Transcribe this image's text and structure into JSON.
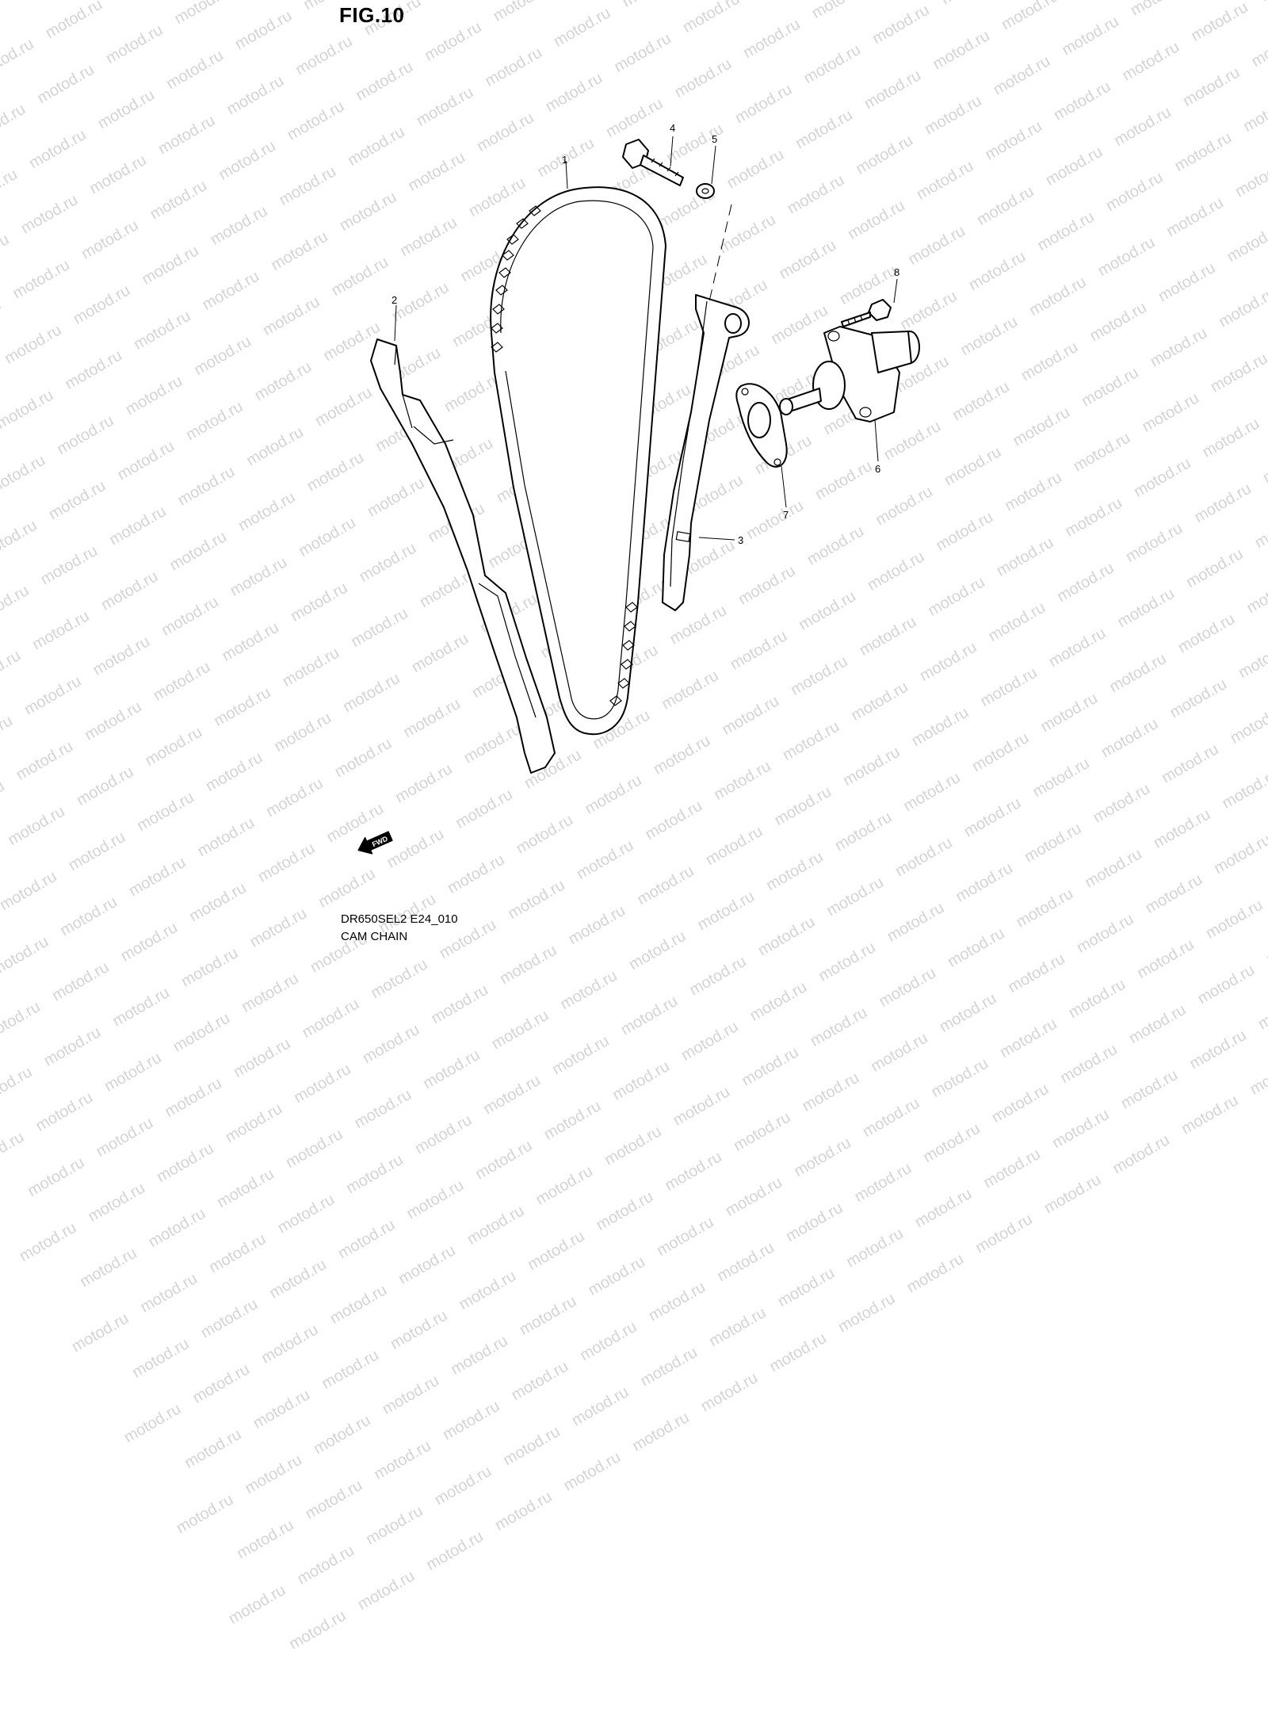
{
  "figure": {
    "title": "FIG.10",
    "code": "DR650SEL2 E24_010",
    "name": "CAM CHAIN"
  },
  "watermark": {
    "text": "motod.ru"
  },
  "callouts": [
    {
      "number": "1",
      "part": "cam-chain"
    },
    {
      "number": "2",
      "part": "chain-guide"
    },
    {
      "number": "3",
      "part": "tensioner-guide"
    },
    {
      "number": "4",
      "part": "bolt"
    },
    {
      "number": "5",
      "part": "washer"
    },
    {
      "number": "6",
      "part": "chain-tensioner"
    },
    {
      "number": "7",
      "part": "gasket"
    },
    {
      "number": "8",
      "part": "bolt"
    }
  ],
  "fwd_arrow": {
    "text": "FWD"
  }
}
